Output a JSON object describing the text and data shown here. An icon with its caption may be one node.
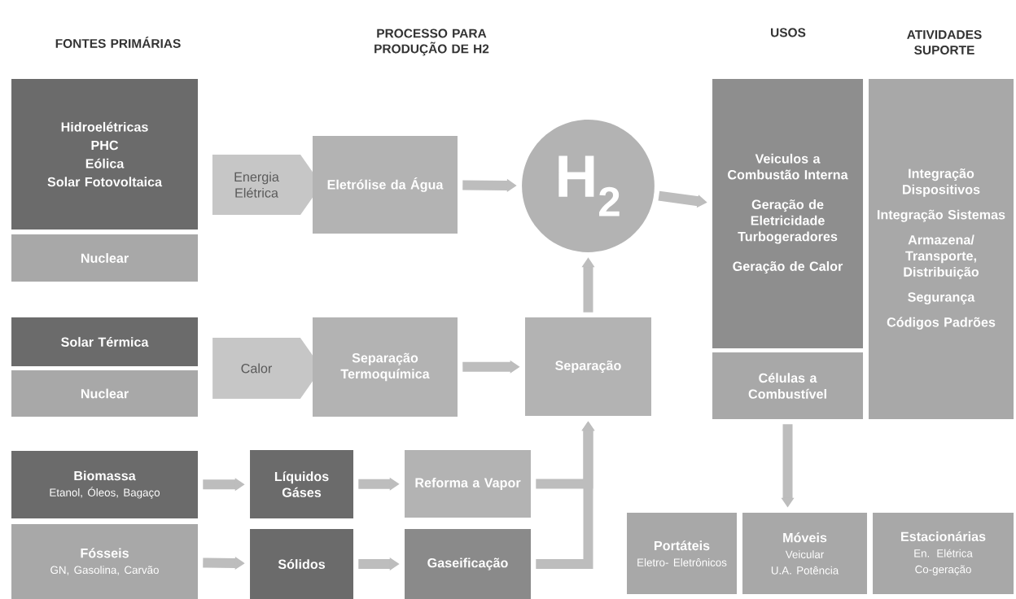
{
  "diagram": {
    "nodes": [
      {
        "text": [
          "Hidroelétricas",
          "PHC",
          "Eólica",
          "Solar Fotovoltaica"
        ]
      },
      {
        "text": [
          "Nuclear"
        ]
      },
      {
        "text": [
          "Energia Elétrica"
        ]
      },
      {
        "text": [
          "Eletrólise da Água"
        ]
      },
      {
        "text": [
          "H$_{2}$"
        ]
      },
      {
        "text": [
          "Veiculos a Combustão Interna",
          "Geração de Eletricidade Turbogeradores",
          "Geração de Calor"
        ]
      },
      {
        "text": [
          "Células a Combustível"
        ]
      },
      {
        "text": [
          "Integração Dispositivos",
          "Integração Sistemas",
          "Armazena/ Transporte, Distribuição",
          "Segurança",
          "Códigos Padrões"
        ]
      },
      {
        "text": [
          "Solar Térmica"
        ]
      },
      {
        "text": [
          "Nuclear"
        ]
      },
      {
        "text": [
          "Calor"
        ]
      },
      {
        "text": [
          "Separação Termoquímica"
        ]
      },
      {
        "text": [
          "Separação"
        ]
      },
      {
        "text": [
          "Biomassa",
          "Etanol, Óleos, Bagaço"
        ]
      },
      {
        "text": [
          "Fósseis",
          "GN, Gasolina, Carvão"
        ]
      },
      {
        "text": [
          "Líquidos Gáses"
        ]
      },
      {
        "text": [
          "Sólidos"
        ]
      },
      {
        "text": [
          "Reforma a Vapor"
        ]
      },
      {
        "text": [
          "Gaseificação"
        ]
      },
      {
        "text": [
          "Portáteis",
          "Eletro- Eletrônicos"
        ]
      },
      {
        "text": [
          "Móveis",
          "Veicular",
          "U.A. Potência"
        ]
      },
      {
        "text": [
          "Estacionárias",
          "En. Elétrica",
          "Co-geração"
        ]
      }
    ],
    "edges": [
      {
        "from": 3,
        "to": 4,
        "arrow": "to"
      },
      {
        "from": 4,
        "to": 5,
        "arrow": "to"
      },
      {
        "from": 11,
        "to": 12,
        "arrow": "to"
      },
      {
        "from": 12,
        "to": 4,
        "arrow": "to"
      },
      {
        "from": 13,
        "to": 15,
        "arrow": "to"
      },
      {
        "from": 14,
        "to": 16,
        "arrow": "to"
      },
      {
        "from": 15,
        "to": 17,
        "arrow": "to"
      },
      {
        "from": 16,
        "to": 18,
        "arrow": "to"
      },
      {
        "from": 17,
        "to": 12,
        "arrow": "to"
      },
      {
        "from": 18,
        "to": 12,
        "arrow": "to"
      },
      {
        "from": 6,
        "to": 20,
        "arrow": "to"
      }
    ],
    "labels": [
      "FONTES PRIMÁRIAS",
      "PROCESSO PARA PRODUÇÃO DE H2",
      "USOS",
      "ATIVIDADES SUPORTE"
    ]
  }
}
